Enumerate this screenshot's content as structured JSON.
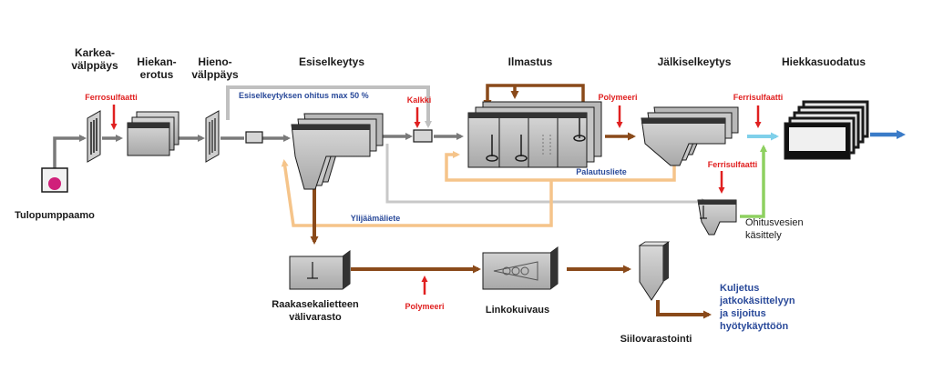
{
  "stages": {
    "karkea_line1": "Karkea-",
    "karkea_line2": "välppäys",
    "hiekan_line1": "Hiekan-",
    "hiekan_line2": "erotus",
    "hieno_line1": "Hieno-",
    "hieno_line2": "välppäys",
    "esiselkeytys": "Esiselkeytys",
    "ilmastus": "Ilmastus",
    "jalkiselkeytys": "Jälkiselkeytys",
    "hiekkasuodatus": "Hiekkasuodatus"
  },
  "chemicals": {
    "ferrosulfaatti": "Ferrosulfaatti",
    "kalkki": "Kalkki",
    "polymeeri_top": "Polymeeri",
    "ferrisulfaatti_top": "Ferrisulfaatti",
    "ferrisulfaatti_side": "Ferrisulfaatti",
    "polymeeri_bottom": "Polymeeri"
  },
  "flows": {
    "bypass": "Esiselkeytyksen ohitus max 50 %",
    "palautusliete": "Palautusliete",
    "ylijaamaliete": "Ylijäämäliete"
  },
  "units": {
    "tulopumppaamo": "Tulopumppaamo",
    "raaka_line1": "Raakasekalietteen",
    "raaka_line2": "välivarasto",
    "linkokuivaus": "Linkokuivaus",
    "siilovarastointi": "Siilovarastointi",
    "ohitus_line1": "Ohitusvesien",
    "ohitus_line2": "käsittely",
    "kuljetus_line1": "Kuljetus",
    "kuljetus_line2": "jatkokäsittelyyn",
    "kuljetus_line3": "ja sijoitus",
    "kuljetus_line4": "hyötykäyttöön"
  },
  "colors": {
    "water": "#7a7a7a",
    "bypass": "#c8c8c8",
    "return_sludge": "#f5c48a",
    "sludge": "#8a4a1a",
    "chemical": "#e02020",
    "green": "#8ed060",
    "light_blue": "#7fd0ea",
    "blue": "#3a7bc8",
    "text_blue": "#2a4a9a"
  }
}
